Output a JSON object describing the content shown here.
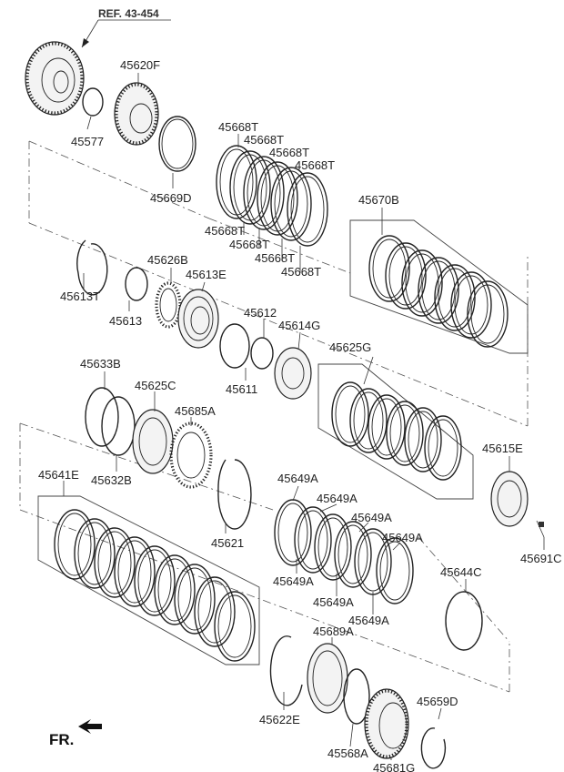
{
  "diagram": {
    "reference": "REF. 43-454",
    "direction_label": "FR.",
    "parts": {
      "p45577": "45577",
      "p45620F": "45620F",
      "p45669D": "45669D",
      "p45668T": "45668T",
      "p45670B": "45670B",
      "p45613T": "45613T",
      "p45613": "45613",
      "p45626B": "45626B",
      "p45613E": "45613E",
      "p45612": "45612",
      "p45614G": "45614G",
      "p45611": "45611",
      "p45625G": "45625G",
      "p45633B": "45633B",
      "p45625C": "45625C",
      "p45685A": "45685A",
      "p45632B": "45632B",
      "p45615E": "45615E",
      "p45641E": "45641E",
      "p45621": "45621",
      "p45649A": "45649A",
      "p45691C": "45691C",
      "p45644C": "45644C",
      "p45689A": "45689A",
      "p45659D": "45659D",
      "p45622E": "45622E",
      "p45568A": "45568A",
      "p45681G": "45681G"
    }
  }
}
